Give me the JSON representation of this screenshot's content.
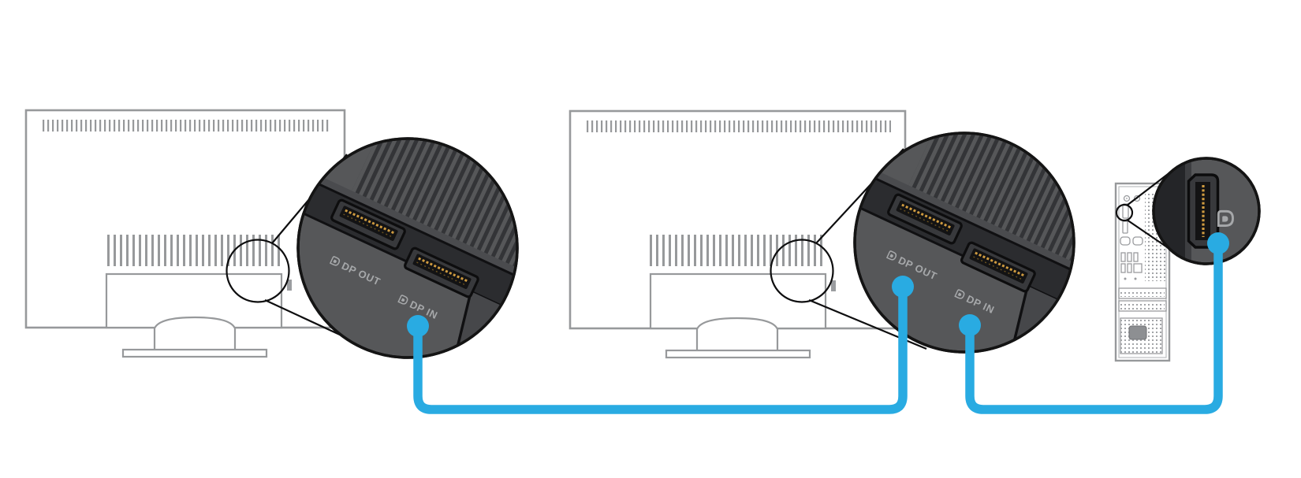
{
  "diagram": {
    "title_hidden": "",
    "monitors": [
      {
        "name": "monitor-1",
        "zoom_labels": {
          "dp_out": "DP OUT",
          "dp_in": "DP IN"
        }
      },
      {
        "name": "monitor-2",
        "zoom_labels": {
          "dp_out": "DP OUT",
          "dp_in": "DP IN"
        }
      }
    ],
    "computer": {
      "name": "desktop-tower",
      "port_icon": "displayport-logo"
    },
    "cables": [
      {
        "name": "cable-monitor1-dpin-to-monitor2-dpout",
        "color": "#29abe2"
      },
      {
        "name": "cable-monitor2-dpin-to-computer-dp",
        "color": "#29abe2"
      }
    ],
    "icons": {
      "displayport_logo": "dp-shield-outline-glyph"
    },
    "colors": {
      "cable_blue": "#29abe2",
      "outline_gray": "#97999b",
      "circle_fill": "#565759",
      "recess_band": "#2b2c2f",
      "vent_fin": "#333437",
      "pin_gold": "#cf9b40",
      "label_text": "#a6a8aa",
      "circle_outline": "#141414"
    }
  }
}
